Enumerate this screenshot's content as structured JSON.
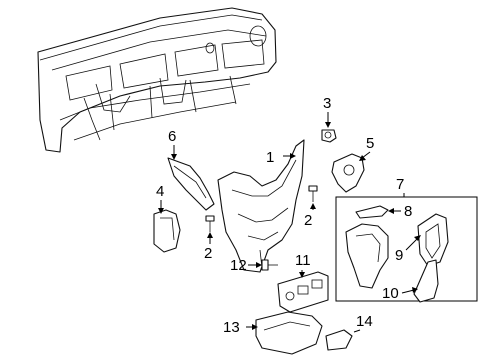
{
  "diagram": {
    "callouts": [
      {
        "id": "c1",
        "label": "1"
      },
      {
        "id": "c2a",
        "label": "2"
      },
      {
        "id": "c2b",
        "label": "2"
      },
      {
        "id": "c3",
        "label": "3"
      },
      {
        "id": "c4",
        "label": "4"
      },
      {
        "id": "c5",
        "label": "5"
      },
      {
        "id": "c6",
        "label": "6"
      },
      {
        "id": "c7",
        "label": "7"
      },
      {
        "id": "c8",
        "label": "8"
      },
      {
        "id": "c9",
        "label": "9"
      },
      {
        "id": "c10",
        "label": "10"
      },
      {
        "id": "c11",
        "label": "11"
      },
      {
        "id": "c12",
        "label": "12"
      },
      {
        "id": "c13",
        "label": "13"
      },
      {
        "id": "c14",
        "label": "14"
      }
    ],
    "colors": {
      "line": "#111111",
      "background": "#ffffff"
    }
  }
}
